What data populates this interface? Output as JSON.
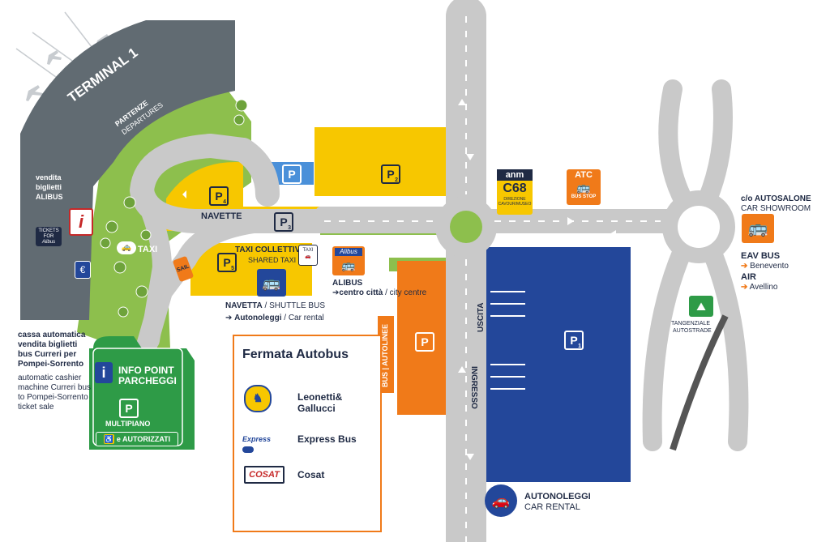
{
  "terminal": {
    "title": "TERMINAL 1",
    "departures_it": "PARTENZE",
    "departures_en": "DEPARTURES"
  },
  "alibus_ticket": {
    "line1": "vendita",
    "line2": "biglietti",
    "line3": "ALIBUS",
    "small": "TICKETS FOR",
    "brand": "Alibus"
  },
  "cashier": {
    "it_lines": [
      "cassa automatica",
      "vendita biglietti",
      "bus Curreri per",
      "Pompei-Sorrento"
    ],
    "en_lines": [
      "automatic cashier",
      "machine Curreri bus",
      "to Pompei-Sorrento",
      "ticket sale"
    ]
  },
  "infopoint": {
    "line1": "INFO POINT",
    "line2": "PARCHEGGI",
    "multipiano": "MULTIPIANO",
    "authorized": "e AUTORIZZATI"
  },
  "parkings": {
    "p1": "P",
    "p2": "P",
    "p3": "P",
    "p4": "P",
    "p5": "P",
    "n1": "1",
    "n2": "2",
    "n3": "3",
    "n4": "4",
    "n5": "5"
  },
  "navette_label": "NAVETTE",
  "taxi": {
    "label": "TAXI",
    "collettivo": "TAXI COLLETTIVO",
    "shared": "SHARED TAXI",
    "icon_text": "TAXI"
  },
  "shuttle": {
    "it": "NAVETTA",
    "en": "/ SHUTTLE BUS",
    "rental_it": "Autonoleggi",
    "rental_en": "/ Car rental"
  },
  "alibus": {
    "brand": "Alibus",
    "title": "ALIBUS",
    "dest_it": "centro città",
    "dest_en": "/ city centre"
  },
  "bus_lines_vertical": "BUS | AUTOLINEE",
  "uscita": "USCITA",
  "ingresso": "INGRESSO",
  "anm": {
    "brand": "anm",
    "line": "C68",
    "sub": "DIREZIONE CAVOUR/MUSEO"
  },
  "atc": {
    "brand": "ATC",
    "sub": "BUS STOP"
  },
  "autosalone": {
    "it": "c/o AUTOSALONE",
    "en": "CAR SHOWROOM"
  },
  "eav": {
    "title": "EAV BUS",
    "dest": "Benevento"
  },
  "air": {
    "title": "AIR",
    "dest": "Avellino"
  },
  "tangenziale": {
    "line1": "TANGENZIALE",
    "line2": "AUTOSTRADE"
  },
  "car_rental": {
    "it": "AUTONOLEGGI",
    "en": "CAR RENTAL"
  },
  "legend": {
    "title": "Fermata Autobus",
    "items": [
      {
        "name": "Leonetti& Gallucci",
        "logo": "griffin-logo"
      },
      {
        "name": "Express Bus",
        "logo": "express-bus-logo",
        "logo_text": "Express"
      },
      {
        "name": "Cosat",
        "logo": "cosat-logo",
        "logo_text": "COSAT"
      }
    ]
  },
  "colors": {
    "road": "#c9c9c9",
    "terminal": "#616b72",
    "grass": "#8dbf4d",
    "yellow": "#f7c700",
    "orange": "#f07a19",
    "navy": "#23479a",
    "blue": "#4a90d9",
    "green": "#2e9b47",
    "text": "#1f2a44"
  }
}
